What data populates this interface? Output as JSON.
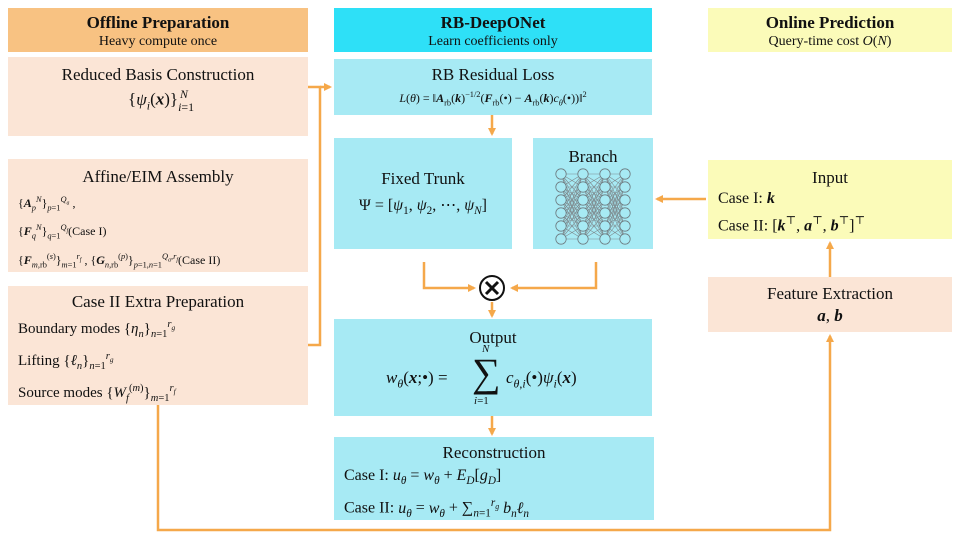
{
  "columns": {
    "offline": {
      "title": "Offline Preparation",
      "subtitle": "Heavy compute once"
    },
    "center": {
      "title": "RB-DeepONet",
      "subtitle": "Learn coefficients only"
    },
    "online": {
      "title": "Online Prediction",
      "subtitle": "Query-time cost O(N)"
    }
  },
  "offline": {
    "reduced_basis": {
      "title": "Reduced Basis Construction",
      "formula": "{ψ_i(x)}_{i=1}^N"
    },
    "affine": {
      "title": "Affine/EIM Assembly",
      "lines": [
        "{A_p^N}_{p=1}^{Q_a} ,",
        "{F_q^N}_{q=1}^{Q_f}(Case I)",
        "{F_{m,rb}^{(s)}}_{m=1}^{r_f} , {G_{n,rb}^{(p)}}_{p=1,n=1}^{Q_a,r_f}(Case II)"
      ]
    },
    "case2": {
      "title": "Case II Extra Preparation",
      "boundary": "Boundary modes {η_n}_{n=1}^{r_g}",
      "lifting": "Lifting {ℓ_n}_{n=1}^{r_g}",
      "source": "Source modes {W_f^{(m)}}_{m=1}^{r_f}"
    }
  },
  "center": {
    "loss": {
      "title": "RB Residual Loss",
      "formula": "L(θ) = ‖A_rb(k)^{-1/2}(F_rb(•) − A_rb(k)c_θ(•))‖^2"
    },
    "trunk": {
      "title": "Fixed Trunk",
      "formula": "Ψ = [ψ_1, ψ_2, ⋯, ψ_N]"
    },
    "branch": {
      "title": "Branch"
    },
    "multiply_symbol": "×",
    "output": {
      "title": "Output",
      "formula": "w_θ(x;•) = Σ_{i=1}^N c_{θ,i}(•)ψ_i(x)"
    },
    "reconstruction": {
      "title": "Reconstruction",
      "case1": "Case I: u_θ = w_θ + E_D[g_D]",
      "case2": "Case II: u_θ = w_θ + Σ_{n=1}^{r_g} b_n ℓ_n"
    }
  },
  "online": {
    "input": {
      "title": "Input",
      "case1": "Case I: k",
      "case2": "Case II: [k^T, a^T, b^T]^T"
    },
    "feature": {
      "title": "Feature Extraction",
      "formula": "a, b"
    }
  },
  "colors": {
    "orange": "#f5a84a",
    "peach": "#fbe5d6",
    "cyan": "#a7eaf4",
    "yellow": "#fbfbb9",
    "header_orange": "#f8c282",
    "header_cyan": "#2ee0f7"
  }
}
